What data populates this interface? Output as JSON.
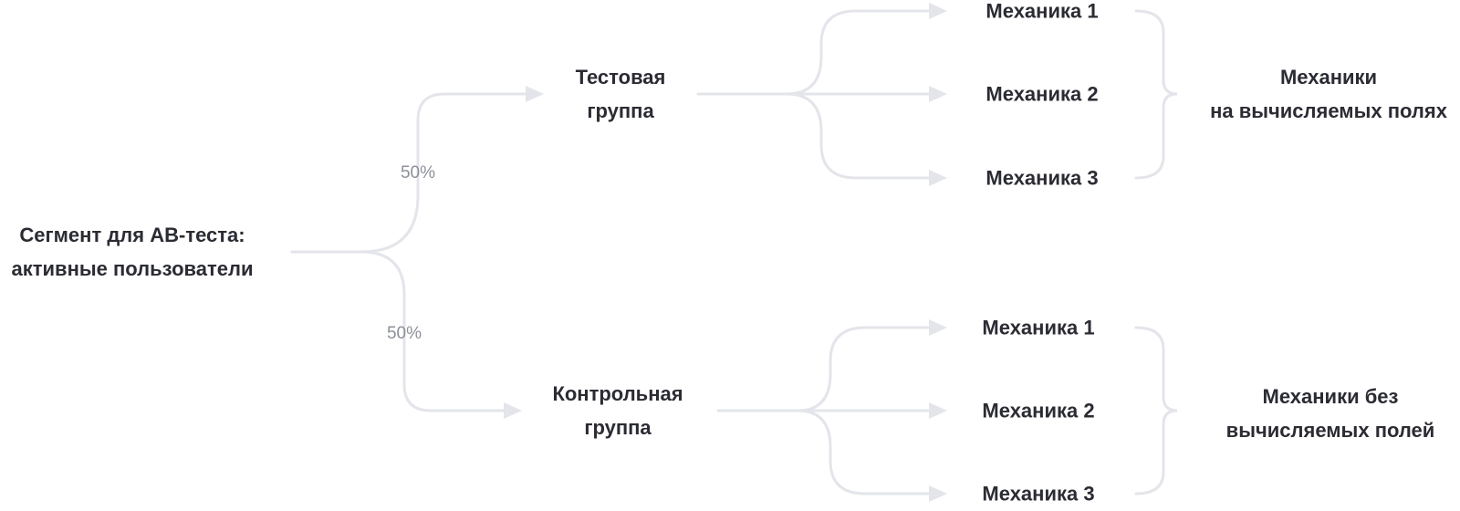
{
  "root": {
    "line1": "Сегмент для АВ-теста:",
    "line2": "активные пользователи"
  },
  "split": {
    "top_percent": "50%",
    "bottom_percent": "50%"
  },
  "test_group": {
    "line1": "Тестовая",
    "line2": "группа",
    "mechanics": [
      "Механика 1",
      "Механика 2",
      "Механика 3"
    ],
    "summary_line1": "Механики",
    "summary_line2": "на вычисляемых полях"
  },
  "control_group": {
    "line1": "Контрольная",
    "line2": "группа",
    "mechanics": [
      "Механика 1",
      "Механика 2",
      "Механика 3"
    ],
    "summary_line1": "Механики без",
    "summary_line2": "вычисляемых полей"
  },
  "colors": {
    "connector": "#e3e5ea",
    "text": "#2b2c33",
    "muted_text": "#8e9098"
  }
}
